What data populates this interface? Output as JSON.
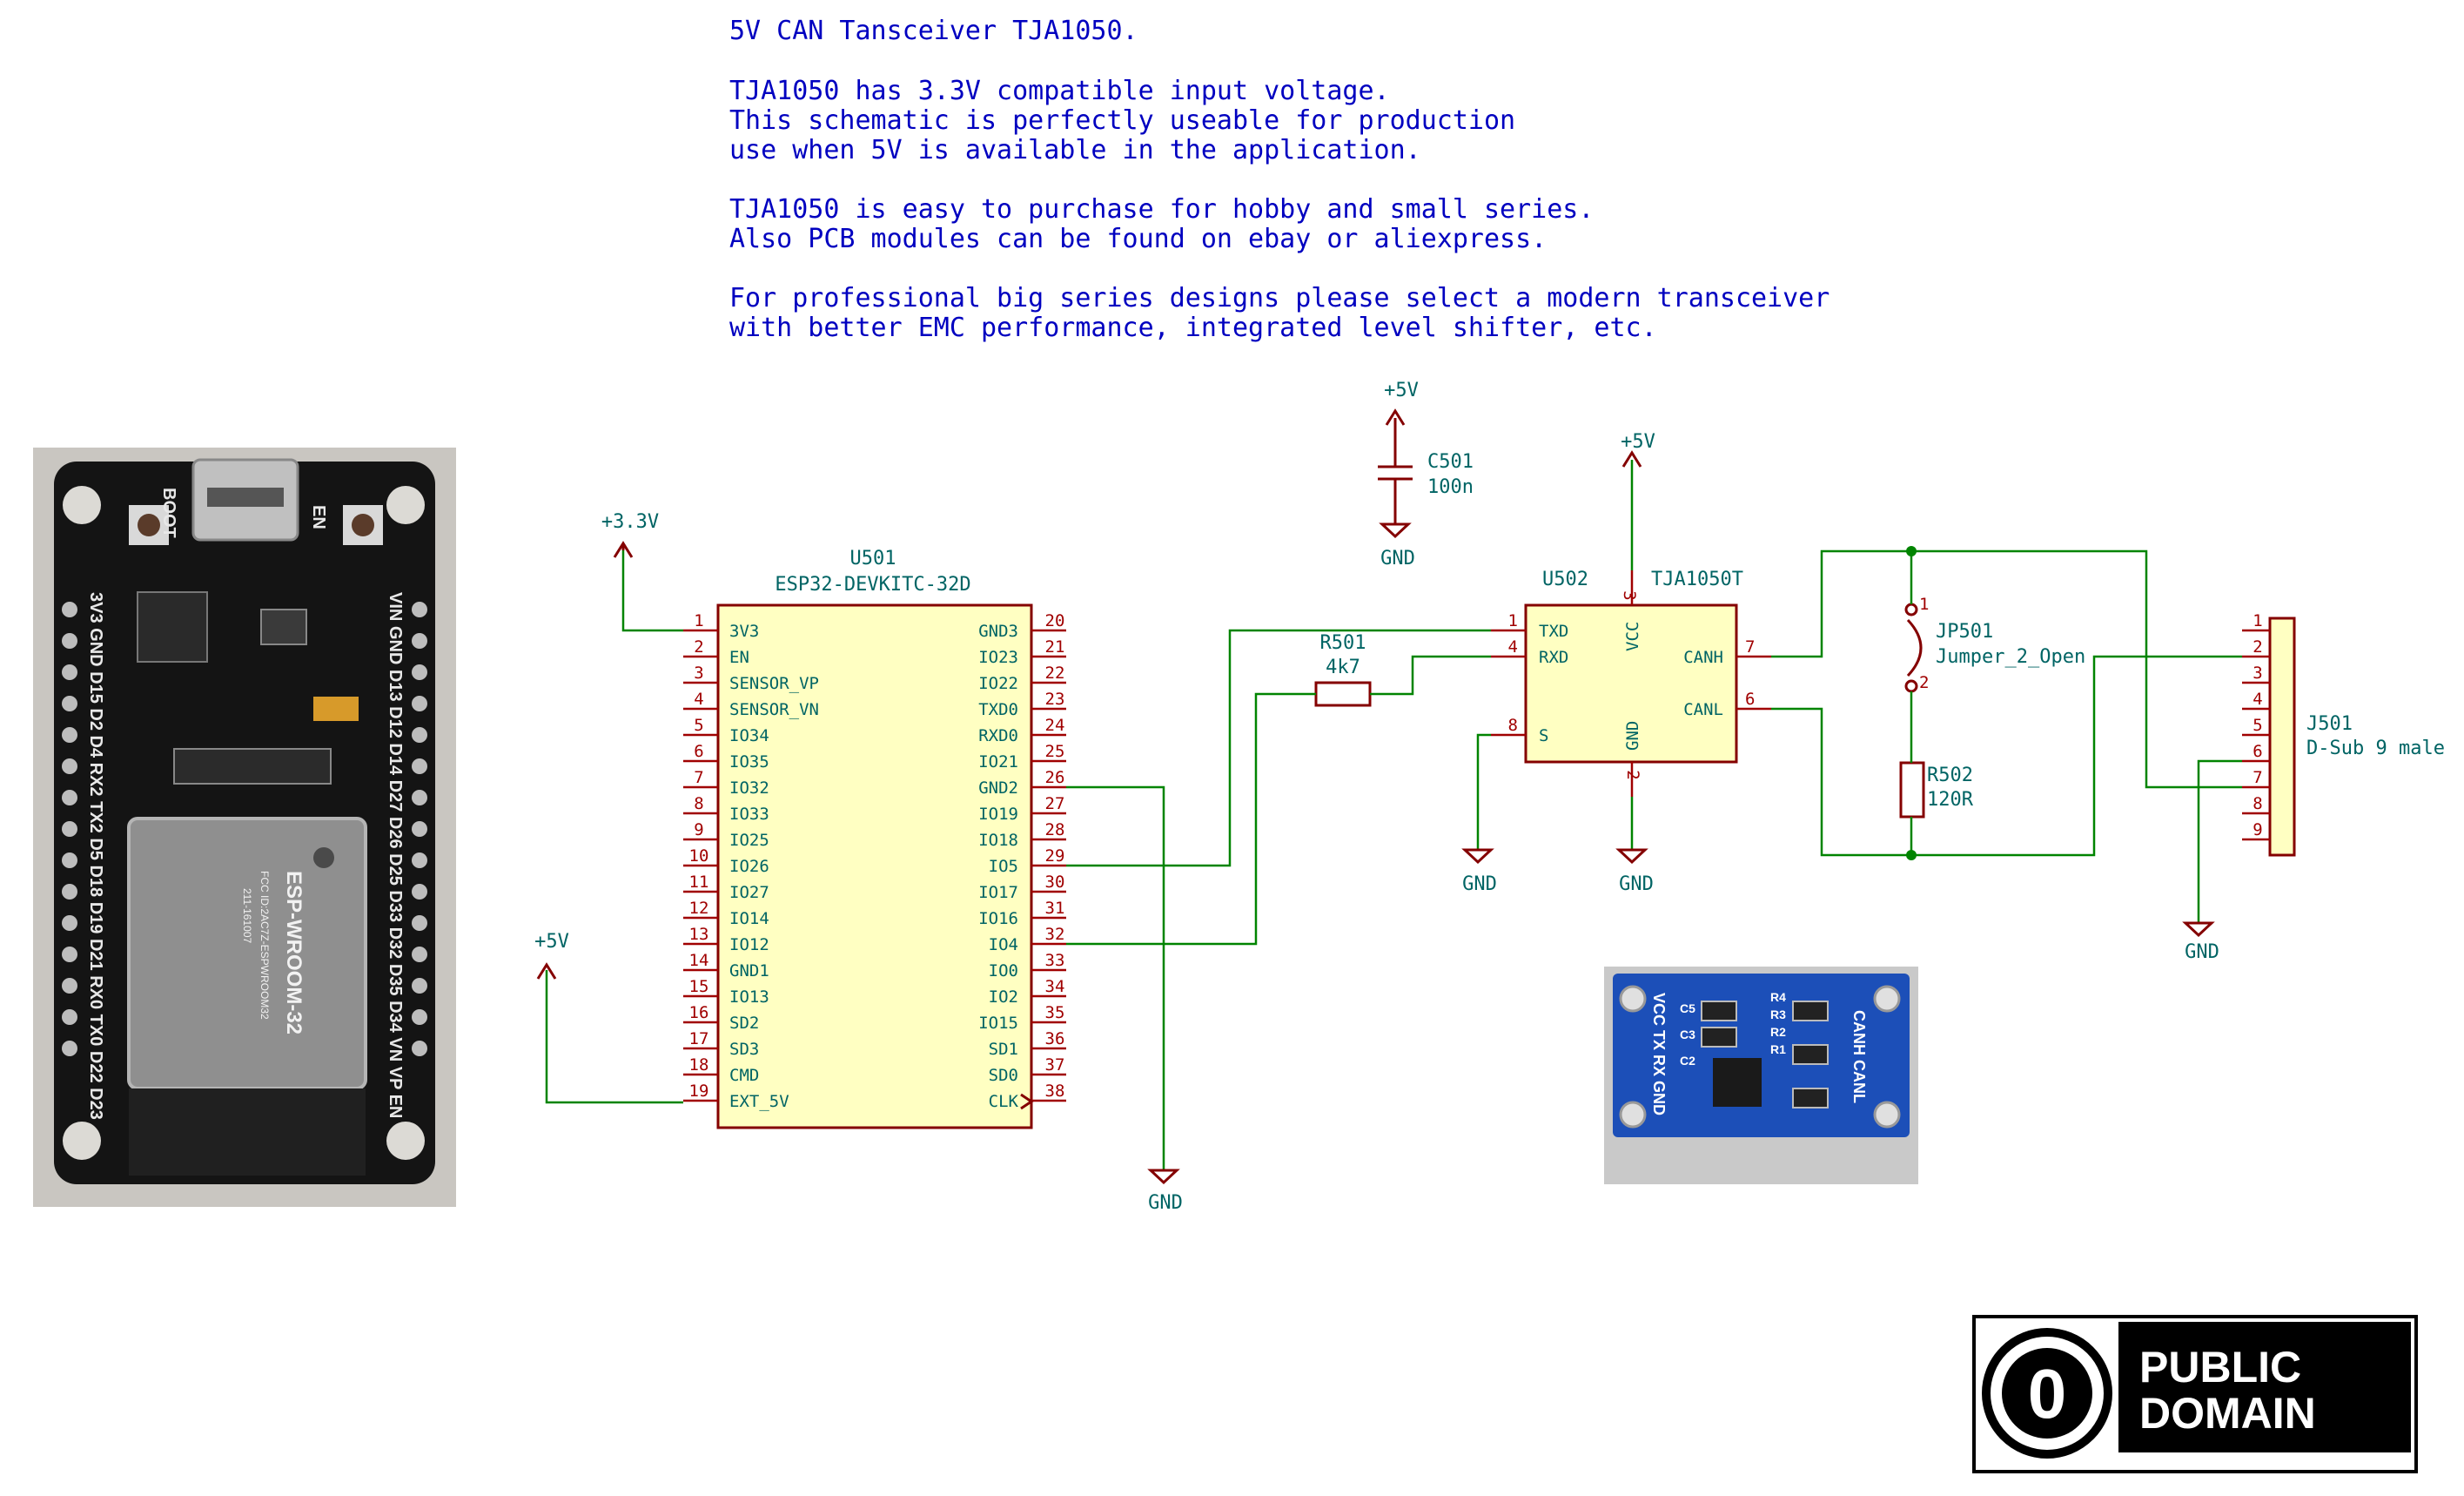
{
  "notes": {
    "line1": "5V CAN Tansceiver TJA1050.",
    "line2": "TJA1050 has 3.3V compatible input voltage.",
    "line3": "This schematic is perfectly useable for production",
    "line4": "use when 5V is available in the application.",
    "line5": "TJA1050 is easy to purchase for hobby and small series.",
    "line6": "Also PCB modules can be found on ebay or aliexpress.",
    "line7": "For professional big series designs please select a modern transceiver",
    "line8": "with better EMC performance, integrated level shifter, etc."
  },
  "u501": {
    "ref": "U501",
    "value": "ESP32-DEVKITC-32D",
    "left_pins": [
      {
        "num": "1",
        "name": "3V3"
      },
      {
        "num": "2",
        "name": "EN"
      },
      {
        "num": "3",
        "name": "SENSOR_VP"
      },
      {
        "num": "4",
        "name": "SENSOR_VN"
      },
      {
        "num": "5",
        "name": "IO34"
      },
      {
        "num": "6",
        "name": "IO35"
      },
      {
        "num": "7",
        "name": "IO32"
      },
      {
        "num": "8",
        "name": "IO33"
      },
      {
        "num": "9",
        "name": "IO25"
      },
      {
        "num": "10",
        "name": "IO26"
      },
      {
        "num": "11",
        "name": "IO27"
      },
      {
        "num": "12",
        "name": "IO14"
      },
      {
        "num": "13",
        "name": "IO12"
      },
      {
        "num": "14",
        "name": "GND1"
      },
      {
        "num": "15",
        "name": "IO13"
      },
      {
        "num": "16",
        "name": "SD2"
      },
      {
        "num": "17",
        "name": "SD3"
      },
      {
        "num": "18",
        "name": "CMD"
      },
      {
        "num": "19",
        "name": "EXT_5V"
      }
    ],
    "right_pins": [
      {
        "num": "20",
        "name": "GND3"
      },
      {
        "num": "21",
        "name": "IO23"
      },
      {
        "num": "22",
        "name": "IO22"
      },
      {
        "num": "23",
        "name": "TXD0"
      },
      {
        "num": "24",
        "name": "RXD0"
      },
      {
        "num": "25",
        "name": "IO21"
      },
      {
        "num": "26",
        "name": "GND2"
      },
      {
        "num": "27",
        "name": "IO19"
      },
      {
        "num": "28",
        "name": "IO18"
      },
      {
        "num": "29",
        "name": "IO5"
      },
      {
        "num": "30",
        "name": "IO17"
      },
      {
        "num": "31",
        "name": "IO16"
      },
      {
        "num": "32",
        "name": "IO4"
      },
      {
        "num": "33",
        "name": "IO0"
      },
      {
        "num": "34",
        "name": "IO2"
      },
      {
        "num": "35",
        "name": "IO15"
      },
      {
        "num": "36",
        "name": "SD1"
      },
      {
        "num": "37",
        "name": "SD0"
      },
      {
        "num": "38",
        "name": "CLK"
      }
    ]
  },
  "u502": {
    "ref": "U502",
    "value": "TJA1050T",
    "pins": {
      "txd_num": "1",
      "txd_name": "TXD",
      "rxd_num": "4",
      "rxd_name": "RXD",
      "s_num": "8",
      "s_name": "S",
      "vcc_num": "3",
      "vcc_name": "VCC",
      "gnd_num": "2",
      "gnd_name": "GND",
      "canh_num": "7",
      "canh_name": "CANH",
      "canl_num": "6",
      "canl_name": "CANL"
    }
  },
  "r501": {
    "ref": "R501",
    "value": "4k7"
  },
  "r502": {
    "ref": "R502",
    "value": "120R"
  },
  "c501": {
    "ref": "C501",
    "value": "100n"
  },
  "jp501": {
    "ref": "JP501",
    "value": "Jumper_2_Open",
    "pin1": "1",
    "pin2": "2"
  },
  "j501": {
    "ref": "J501",
    "value": "D-Sub 9 male",
    "pins": [
      "1",
      "2",
      "3",
      "4",
      "5",
      "6",
      "7",
      "8",
      "9"
    ]
  },
  "power": {
    "v33": "+3.3V",
    "v5_esp": "+5V",
    "v5_cap": "+5V",
    "v5_tja": "+5V",
    "gnd_cap": "GND",
    "gnd_esp": "GND",
    "gnd_s": "GND",
    "gnd_tja": "GND",
    "gnd_dsub": "GND"
  },
  "photo_esp32": {
    "usb_label_boot": "BOOT",
    "usb_label_en": "EN",
    "left_header": "3V3 GND D15 D2 D4 RX2 TX2 D5 D18 D19 D21 RX0 TX0 D22 D23",
    "right_header": "VIN GND D13 D12 D14 D27 D26 D25 D33 D32 D35 D34 VN VP EN",
    "module_text": "ESP-WROOM-32",
    "fcc_text": "FCC ID:2AC7Z-ESPWROOM32",
    "cert_text": "211-161007"
  },
  "photo_module": {
    "left_pins": "VCC TX RX GND",
    "right_pins": "CANH CANL",
    "c_labels": [
      "C5",
      "C3",
      "C2"
    ],
    "r_labels": [
      "R4",
      "R3",
      "R2",
      "R1"
    ]
  },
  "license": {
    "line1": "PUBLIC",
    "line2": "DOMAIN",
    "symbol": "0"
  },
  "colors": {
    "note": "#0000c0",
    "pin_number": "#a00000",
    "component_text": "#006464",
    "wire": "#008400",
    "body_fill": "#ffffc2",
    "symbol_outline": "#840000"
  }
}
